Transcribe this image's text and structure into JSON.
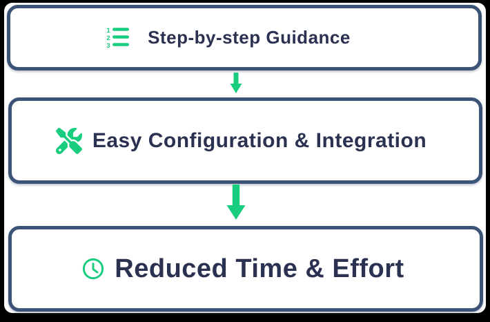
{
  "colors": {
    "accent_green": "#18CD7E",
    "box_border": "#3B5376",
    "text": "#2B3150",
    "background": "#000000",
    "surface": "#FFFFFF"
  },
  "flow": {
    "steps": [
      {
        "label": "Step-by-step Guidance",
        "icon": "numbered-list-icon"
      },
      {
        "label": "Easy Configuration & Integration",
        "icon": "screwdriver-wrench-icon"
      },
      {
        "label": "Reduced Time & Effort",
        "icon": "clock-icon"
      }
    ],
    "list_icon_numbers": [
      "1",
      "2",
      "3"
    ],
    "connectors": [
      {
        "type": "down-arrow",
        "size": "small"
      },
      {
        "type": "down-arrow",
        "size": "large"
      }
    ]
  }
}
